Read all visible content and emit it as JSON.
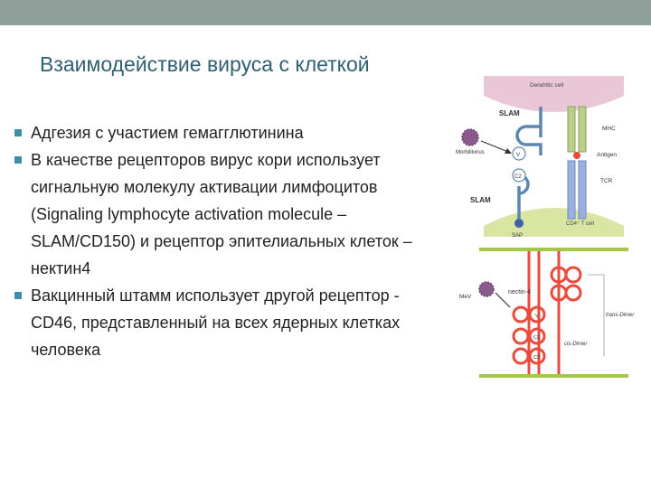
{
  "header": {
    "title": "Взаимодействие вируса с клеткой"
  },
  "bullets": [
    "Адгезия с участием гемагглютинина",
    "В качестве рецепторов вирус кори использует сигнальную молекулу активации лимфоцитов (Signaling lymphocyte activation molecule – SLAM/CD150) и рецептор эпителиальных клеток – нектин4",
    "Вакцинный штамм использует другой рецептор - CD46, представленный на всех ядерных клетках человека"
  ],
  "figure": {
    "upper": {
      "dendritic_cell": "Dendritic cell",
      "slam_top": "SLAM",
      "mhc": "MHC",
      "morbillivirus": "Morbillivirus",
      "antigen": "Antigen",
      "v": "V",
      "c2": "C2",
      "tcr": "TCR",
      "slam_bottom": "SLAM",
      "sap": "SAP",
      "cd4_cell": "CD4⁺ T cell"
    },
    "lower": {
      "mev": "MeV",
      "nectin4": "nectin-4",
      "trans_dimer": "trans-Dimer",
      "v": "V",
      "c1": "C1",
      "c2": "C2",
      "cis_dimer": "cis-Dimer"
    },
    "colors": {
      "cell_pink": "#e9c7d6",
      "cell_green": "#d9e6a3",
      "receptor_blue": "#5e86b3",
      "nectin_red": "#ea4b3c",
      "virus_purple": "#8b5a8c",
      "membrane_green": "#a6c64b"
    }
  }
}
